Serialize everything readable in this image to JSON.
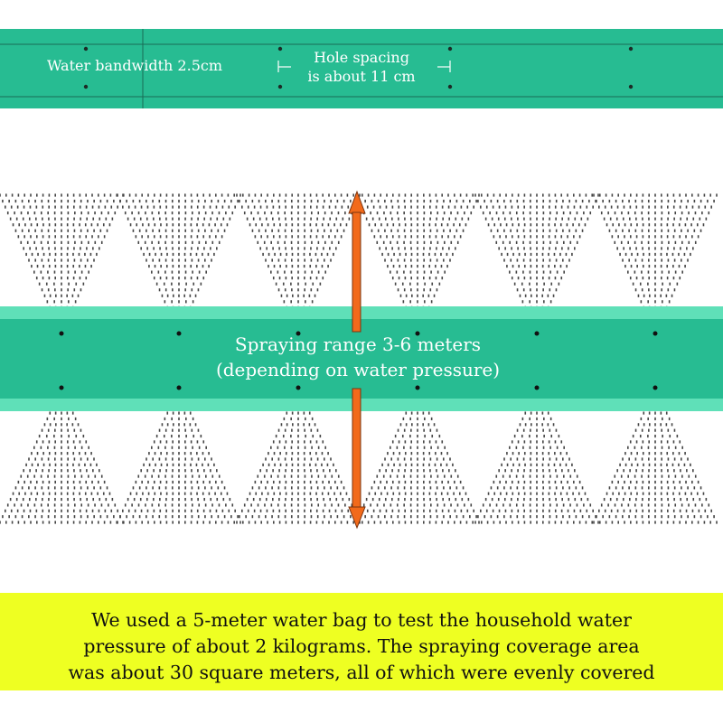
{
  "colors": {
    "tape": "#27bc92",
    "tape_light": "#5fe0b8",
    "arrow": "#f26a1b",
    "caption_bg": "#eeff22",
    "dots": "#444444"
  },
  "top_strip": {
    "bandwidth_label": "Water bandwidth 2.5cm",
    "spacing_label_line1": "Hole spacing",
    "spacing_label_line2": "is about 11 cm"
  },
  "middle": {
    "range_line1": "Spraying range 3-6 meters",
    "range_line2": "(depending on water pressure)"
  },
  "caption": {
    "line1": "We used a 5-meter water bag to test the household water",
    "line2": "pressure of about 2 kilograms. The spraying coverage area",
    "line3": "was about 30 square meters, all of which were evenly covered"
  }
}
